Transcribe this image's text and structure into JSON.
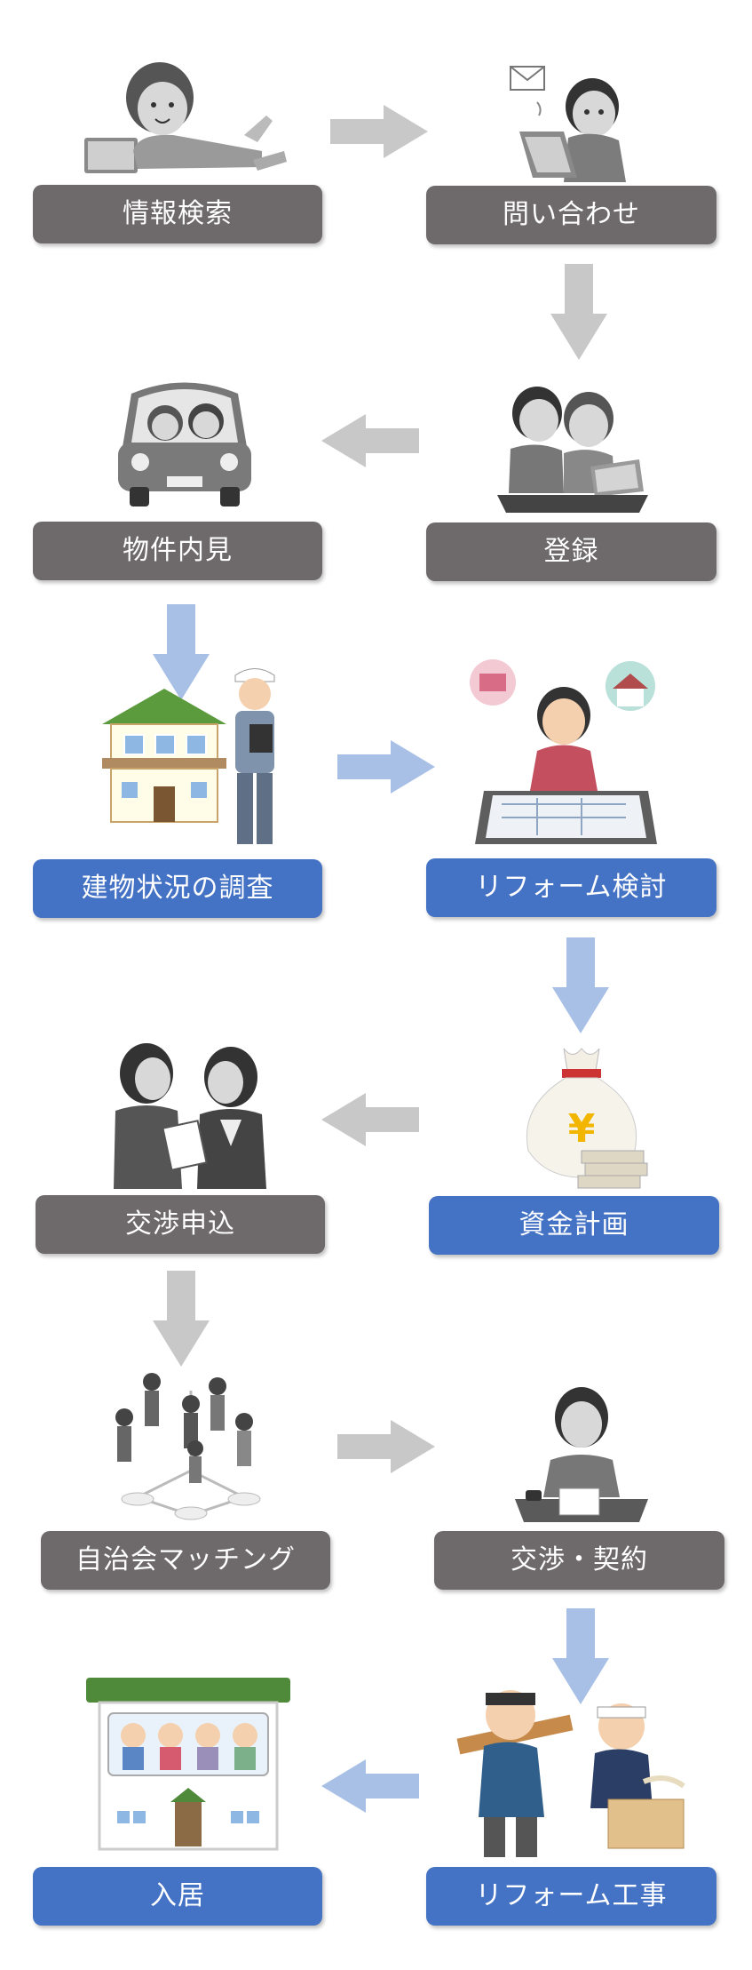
{
  "colors": {
    "gray_label": "#6e6a6b",
    "blue_label": "#4472c4",
    "gray_arrow": "#c8c8c8",
    "blue_arrow": "#a9c0e6"
  },
  "steps": [
    {
      "label": "情報検索",
      "style": "gray",
      "icon": "person-laptop-lying-icon"
    },
    {
      "label": "問い合わせ",
      "style": "gray",
      "icon": "person-laptop-mail-icon"
    },
    {
      "label": "物件内見",
      "style": "gray",
      "icon": "car-couple-icon"
    },
    {
      "label": "登録",
      "style": "gray",
      "icon": "couple-laptop-icon"
    },
    {
      "label": "建物状況の調査",
      "style": "blue",
      "icon": "house-inspector-icon"
    },
    {
      "label": "リフォーム検討",
      "style": "blue",
      "icon": "woman-blueprint-icon"
    },
    {
      "label": "交渉申込",
      "style": "gray",
      "icon": "two-women-document-icon"
    },
    {
      "label": "資金計画",
      "style": "blue",
      "icon": "money-bag-yen-icon"
    },
    {
      "label": "自治会マッチング",
      "style": "gray",
      "icon": "community-network-icon"
    },
    {
      "label": "交渉・契約",
      "style": "gray",
      "icon": "woman-signing-icon"
    },
    {
      "label": "入居",
      "style": "blue",
      "icon": "family-house-icon"
    },
    {
      "label": "リフォーム工事",
      "style": "blue",
      "icon": "carpenters-icon"
    }
  ]
}
